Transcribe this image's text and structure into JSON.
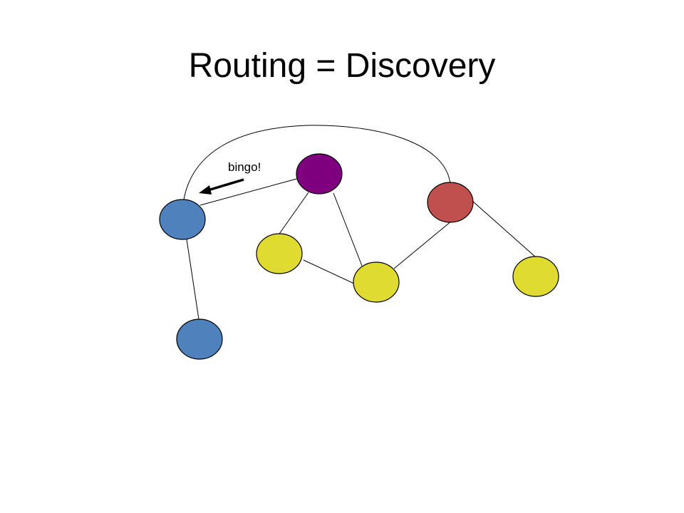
{
  "slide": {
    "title": "Routing = Discovery"
  },
  "diagram": {
    "callout_label": "bingo!",
    "colors": {
      "blue": "#4F81BD",
      "purple": "#7F007F",
      "red": "#C0504D",
      "yellow": "#E0DB30",
      "edge": "#000000"
    },
    "nodes": [
      {
        "id": "blue-top",
        "color": "blue"
      },
      {
        "id": "blue-bottom",
        "color": "blue"
      },
      {
        "id": "purple",
        "color": "purple"
      },
      {
        "id": "red",
        "color": "red"
      },
      {
        "id": "yellow-left",
        "color": "yellow"
      },
      {
        "id": "yellow-center",
        "color": "yellow"
      },
      {
        "id": "yellow-right",
        "color": "yellow"
      }
    ],
    "edges": [
      {
        "from": "blue-top",
        "to": "purple"
      },
      {
        "from": "blue-top",
        "to": "blue-bottom"
      },
      {
        "from": "blue-top",
        "to": "red",
        "style": "arc"
      },
      {
        "from": "purple",
        "to": "yellow-left"
      },
      {
        "from": "purple",
        "to": "yellow-center"
      },
      {
        "from": "yellow-left",
        "to": "yellow-center"
      },
      {
        "from": "yellow-center",
        "to": "red"
      },
      {
        "from": "red",
        "to": "yellow-right"
      }
    ]
  }
}
